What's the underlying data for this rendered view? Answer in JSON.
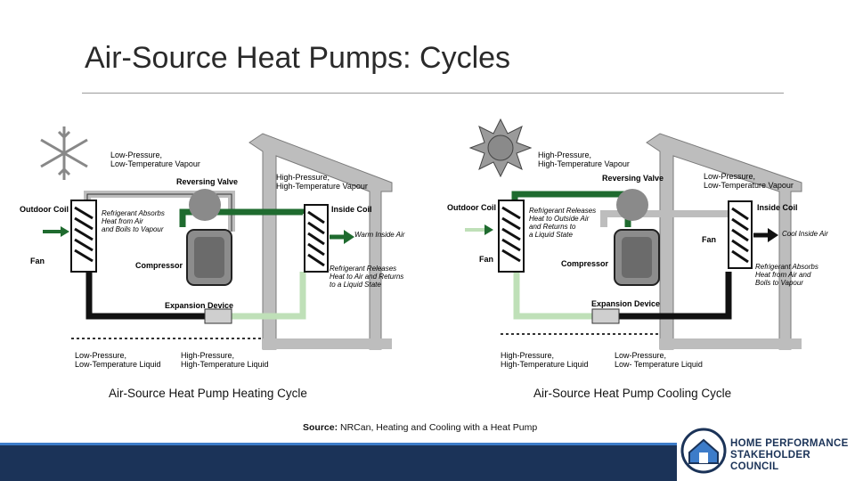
{
  "title": "Air-Source Heat Pumps: Cycles",
  "heating": {
    "caption": "Air-Source Heat Pump Heating Cycle",
    "labels": {
      "top_low": "Low-Pressure,",
      "top_low2": "Low-Temperature Vapour",
      "reversing": "Reversing Valve",
      "top_high": "High-Pressure,",
      "top_high2": "High-Temperature Vapour",
      "outdoor_coil": "Outdoor Coil",
      "inside_coil": "Inside Coil",
      "absorbs1": "Refrigerant Absorbs",
      "absorbs2": "Heat from Air",
      "absorbs3": "and Boils to Vapour",
      "warm": "Warm Inside Air",
      "fan": "Fan",
      "compressor": "Compressor",
      "releases1": "Refrigerant Releases",
      "releases2": "Heat to Air and Returns",
      "releases3": "to a Liquid State",
      "expansion": "Expansion Device",
      "bot_low1": "Low-Pressure,",
      "bot_low2": "Low-Temperature Liquid",
      "bot_high1": "High-Pressure,",
      "bot_high2": "High-Temperature Liquid"
    }
  },
  "cooling": {
    "caption": "Air-Source Heat Pump Cooling Cycle",
    "labels": {
      "top_high": "High-Pressure,",
      "top_high2": "High-Temperature Vapour",
      "reversing": "Reversing Valve",
      "top_low": "Low-Pressure,",
      "top_low2": "Low-Temperature Vapour",
      "outdoor_coil": "Outdoor Coil",
      "inside_coil": "Inside Coil",
      "releases1": "Refrigerant Releases",
      "releases2": "Heat to Outside Air",
      "releases3": "and Returns to",
      "releases4": "a Liquid State",
      "cool": "Cool Inside Air",
      "fan_out": "Fan",
      "fan_in": "Fan",
      "compressor": "Compressor",
      "absorbs1": "Refrigerant Absorbs",
      "absorbs2": "Heat from Air and",
      "absorbs3": "Boils to Vapour",
      "expansion": "Expansion Device",
      "bot_high1": "High-Pressure,",
      "bot_high2": "High-Temperature Liquid",
      "bot_low1": "Low-Pressure,",
      "bot_low2": "Low- Temperature Liquid"
    }
  },
  "source": {
    "label": "Source:",
    "text": " NRCan, Heating and Cooling with a Heat Pump"
  },
  "logo": {
    "line1": "HOME PERFORMANCE",
    "line2": "STAKEHOLDER COUNCIL"
  },
  "colors": {
    "dark_green": "#1f6b2f",
    "light_green": "#bfe0b8",
    "grey_pipe": "#bdbdbd",
    "black_pipe": "#111111",
    "footer": "#1b3358",
    "accent": "#3d7cc9"
  }
}
